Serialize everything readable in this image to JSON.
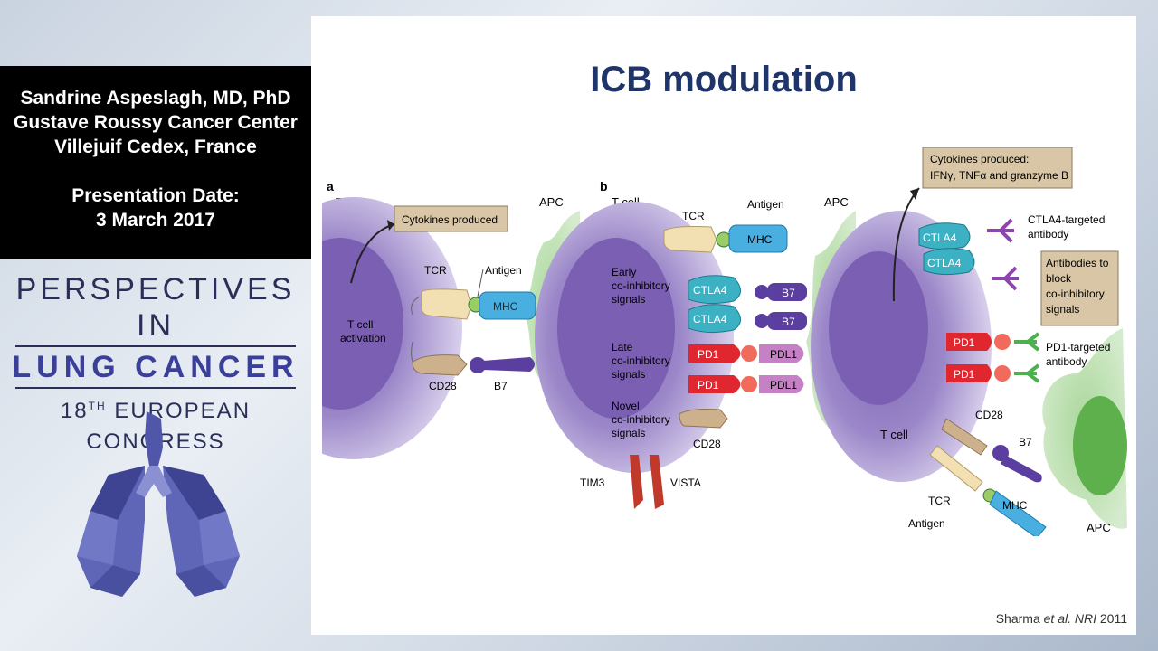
{
  "sidebar": {
    "name": "Sandrine Aspeslagh, MD, PhD",
    "institution": "Gustave Roussy Cancer Center",
    "location": "Villejuif Cedex, France",
    "date_label": "Presentation Date:",
    "date": "3 March 2017"
  },
  "congress": {
    "line1": "PERSPECTIVES IN",
    "line2": "LUNG CANCER",
    "line3_prefix": "18",
    "line3_sup": "TH",
    "line3_suffix": " EUROPEAN CONGRESS"
  },
  "slide": {
    "title": "ICB modulation",
    "citation_prefix": "Sharma ",
    "citation_etal": "et al.",
    "citation_journal": "NRI",
    "citation_year": " 2011"
  },
  "panel_a": {
    "letter": "a",
    "tcell": "T cell",
    "apc": "APC",
    "cytokines": "Cytokines produced",
    "activation1": "T cell",
    "activation2": "activation",
    "tcr": "TCR",
    "antigen": "Antigen",
    "mhc": "MHC",
    "cd28": "CD28",
    "b7": "B7"
  },
  "panel_b": {
    "letter": "b",
    "tcell": "T cell",
    "apc": "APC",
    "antigen": "Antigen",
    "tcr": "TCR",
    "mhc": "MHC",
    "early1": "Early",
    "early2": "co-inhibitory",
    "early3": "signals",
    "late1": "Late",
    "late2": "co-inhibitory",
    "late3": "signals",
    "novel1": "Novel",
    "novel2": "co-inhibitory",
    "novel3": "signals",
    "ctla4": "CTLA4",
    "b7": "B7",
    "pd1": "PD1",
    "pdl1": "PDL1",
    "cd28": "CD28",
    "tim3": "TIM3",
    "vista": "VISTA"
  },
  "panel_c": {
    "cyto1": "Cytokines produced:",
    "cyto2": "IFNγ, TNFα and granzyme B",
    "ctla4_ab1": "CTLA4-targeted",
    "ctla4_ab2": "antibody",
    "block1": "Antibodies to",
    "block2": "block",
    "block3": "co-inhibitory",
    "block4": "signals",
    "ctla4": "CTLA4",
    "pd1": "PD1",
    "pd1_ab1": "PD1-targeted",
    "pd1_ab2": "antibody",
    "tcell": "T cell",
    "cd28": "CD28",
    "b7": "B7",
    "tcr": "TCR",
    "mhc": "MHC",
    "antigen": "Antigen",
    "apc": "APC"
  }
}
